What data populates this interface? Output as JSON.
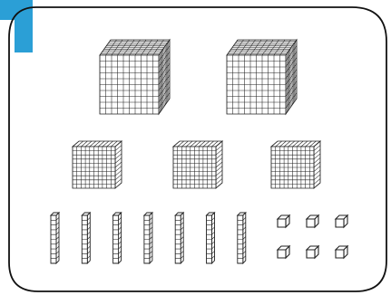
{
  "diagram": {
    "accent_color": "#2b9fd6",
    "stroke_color": "#222222",
    "frame_color": "#111111",
    "thousand_cubes": 2,
    "hundred_flats": 3,
    "ten_rods": 7,
    "unit_cubes": 6,
    "grid_divisions": 10,
    "icons": [
      "corner-tab-icon",
      "thousand-cube-icon",
      "hundred-flat-icon",
      "ten-rod-icon",
      "unit-cube-icon"
    ]
  }
}
